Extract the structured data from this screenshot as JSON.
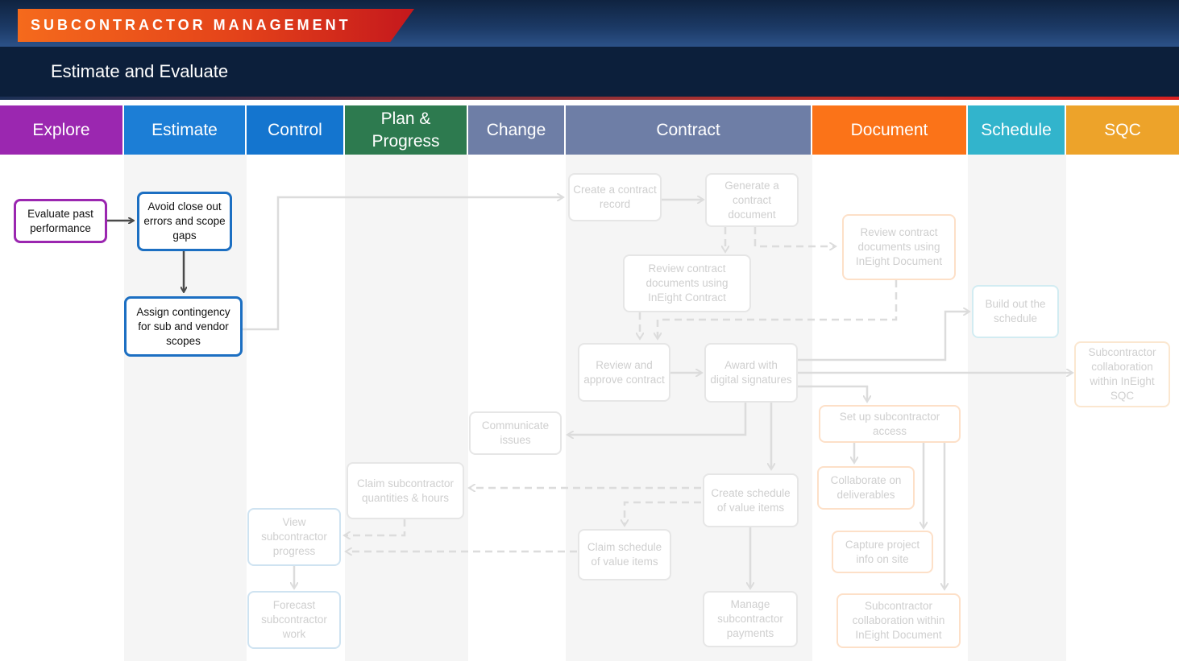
{
  "header": {
    "banner": "SUBCONTRACTOR MANAGEMENT",
    "subtitle": "Estimate and Evaluate"
  },
  "tabs": [
    {
      "label": "Explore",
      "color": "#9b27b0"
    },
    {
      "label": "Estimate",
      "color": "#1c7ed6"
    },
    {
      "label": "Control",
      "color": "#1475cf"
    },
    {
      "label": "Plan & Progress",
      "color": "#2d7a4f"
    },
    {
      "label": "Change",
      "color": "#6e7ea6"
    },
    {
      "label": "Contract",
      "color": "#6e7ea6"
    },
    {
      "label": "Document",
      "color": "#fb7318"
    },
    {
      "label": "Schedule",
      "color": "#32b4cc"
    },
    {
      "label": "SQC",
      "color": "#eda32a"
    }
  ],
  "nodes": {
    "evaluate_past_performance": "Evaluate past performance",
    "avoid_close_out_errors": "Avoid close out errors and scope gaps",
    "assign_contingency": "Assign contingency for sub and vendor scopes",
    "create_contract_record": "Create a contract record",
    "generate_contract_document": "Generate a contract document",
    "review_docs_ineight_document": "Review contract documents using InEight Document",
    "review_docs_ineight_contract": "Review contract documents using InEight Contract",
    "build_out_schedule": "Build out the schedule",
    "review_approve_contract": "Review and approve contract",
    "award_digital_signatures": "Award with digital signatures",
    "subcontractor_collab_sqc": "Subcontractor collaboration within InEight SQC",
    "setup_subcontractor_access": "Set up subcontractor access",
    "communicate_issues": "Communicate issues",
    "claim_quantities_hours": "Claim subcontractor quantities & hours",
    "create_schedule_value_items": "Create schedule of value items",
    "collaborate_deliverables": "Collaborate on deliverables",
    "view_subcontractor_progress": "View subcontractor progress",
    "claim_schedule_value_items": "Claim schedule of value items",
    "capture_project_info": "Capture project info on site",
    "forecast_subcontractor_work": "Forecast subcontractor work",
    "manage_subcontractor_payments": "Manage subcontractor payments",
    "subcontractor_collab_document": "Subcontractor collaboration within InEight Document"
  },
  "colors": {
    "explore_border": "#9b27b0",
    "estimate_border": "#1c6fc2",
    "faded_blue": "#cfe3f1",
    "faded_grey": "#e6e6e6",
    "faded_orange": "#fde0c8",
    "faded_teal": "#d2ecf2",
    "faded_sqc": "#fbe7d0",
    "arrow_dark": "#4a4a4a",
    "arrow_faded": "#dcdcdc"
  }
}
